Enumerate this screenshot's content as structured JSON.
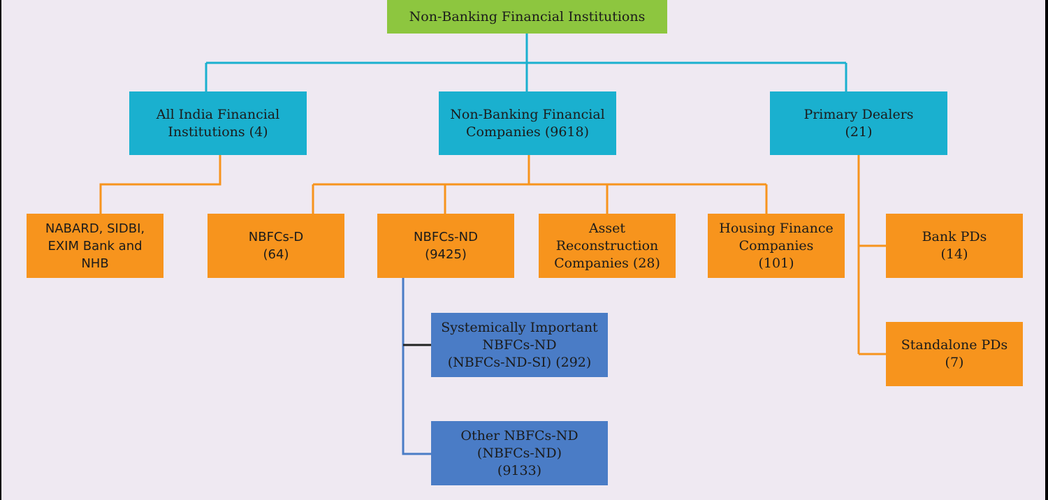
{
  "root": {
    "label": "Non-Banking Financial Institutions"
  },
  "level1": [
    {
      "lines": [
        "All India Financial",
        "Institutions (4)"
      ]
    },
    {
      "lines": [
        "Non-Banking Financial",
        "Companies (9618)"
      ]
    },
    {
      "lines": [
        "Primary Dealers",
        "(21)"
      ]
    }
  ],
  "aifi_children": [
    {
      "lines": [
        "NABARD, SIDBI,",
        "EXIM Bank and",
        "NHB"
      ]
    }
  ],
  "nbfc_children": [
    {
      "lines": [
        "NBFCs-D",
        "(64)"
      ]
    },
    {
      "lines": [
        "NBFCs-ND",
        "(9425)"
      ]
    },
    {
      "lines": [
        "Asset",
        "Reconstruction",
        "Companies (28)"
      ]
    },
    {
      "lines": [
        "Housing Finance",
        "Companies",
        "(101)"
      ]
    }
  ],
  "nd_children": [
    {
      "lines": [
        "Systemically Important",
        "NBFCs-ND",
        "(NBFCs-ND-SI) (292)"
      ]
    },
    {
      "lines": [
        "Other NBFCs-ND",
        "(NBFCs-ND)",
        "(9133)"
      ]
    }
  ],
  "pd_children": [
    {
      "lines": [
        "Bank PDs",
        "(14)"
      ]
    },
    {
      "lines": [
        "Standalone PDs",
        "(7)"
      ]
    }
  ],
  "colors": {
    "root": "#8dc63f",
    "level1": "#1ab0cf",
    "level2": "#f7941d",
    "level3": "#4a7cc6",
    "background": "#efe9f2"
  }
}
